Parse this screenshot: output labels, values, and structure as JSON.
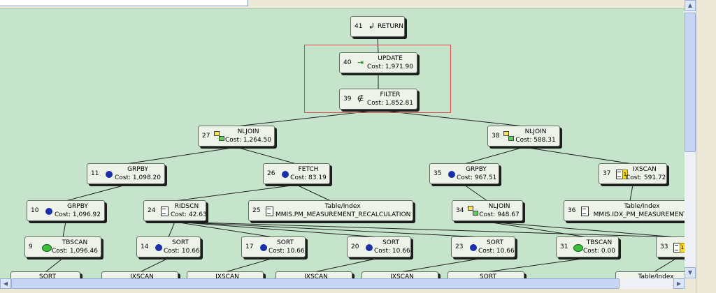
{
  "nodes": [
    {
      "key": "n41",
      "id": "41",
      "op": "RETURN",
      "cost": "",
      "icon": "return-icon"
    },
    {
      "key": "n40",
      "id": "40",
      "op": "UPDATE",
      "cost": "Cost: 1,971.90",
      "icon": "update-icon"
    },
    {
      "key": "n39",
      "id": "39",
      "op": "FILTER",
      "cost": "Cost: 1,852.81",
      "icon": "filter-icon"
    },
    {
      "key": "n27",
      "id": "27",
      "op": "NLJOIN",
      "cost": "Cost: 1,264.50",
      "icon": "nljoin-icon"
    },
    {
      "key": "n38",
      "id": "38",
      "op": "NLJOIN",
      "cost": "Cost: 588.31",
      "icon": "nljoin-icon"
    },
    {
      "key": "n11",
      "id": "11",
      "op": "GRPBY",
      "cost": "Cost: 1,098.20",
      "icon": "grpby-icon"
    },
    {
      "key": "n26",
      "id": "26",
      "op": "FETCH",
      "cost": "Cost: 83.19",
      "icon": "fetch-icon"
    },
    {
      "key": "n35",
      "id": "35",
      "op": "GRPBY",
      "cost": "Cost: 967.51",
      "icon": "grpby-icon"
    },
    {
      "key": "n37",
      "id": "37",
      "op": "IXSCAN",
      "cost": "Cost: 591.72",
      "icon": "ixscan-icon"
    },
    {
      "key": "n10",
      "id": "10",
      "op": "GRPBY",
      "cost": "Cost: 1,096.92",
      "icon": "grpby-icon"
    },
    {
      "key": "n24",
      "id": "24",
      "op": "RIDSCN",
      "cost": "Cost: 42.63",
      "icon": "ridscn-icon"
    },
    {
      "key": "n25",
      "id": "25",
      "op": "Table/Index",
      "cost": "MMIS.PM_MEASUREMENT_RECALCULATION",
      "icon": "table-icon"
    },
    {
      "key": "n34",
      "id": "34",
      "op": "NLJOIN",
      "cost": "Cost: 948.67",
      "icon": "nljoin-icon"
    },
    {
      "key": "n36",
      "id": "36",
      "op": "Table/Index",
      "cost": "MMIS.IDX_PM_MEASUREMENT_",
      "icon": "table-icon"
    },
    {
      "key": "n9",
      "id": "9",
      "op": "TBSCAN",
      "cost": "Cost: 1,096.46",
      "icon": "tbscan-icon"
    },
    {
      "key": "n14",
      "id": "14",
      "op": "SORT",
      "cost": "Cost: 10.66",
      "icon": "sort-icon"
    },
    {
      "key": "n17",
      "id": "17",
      "op": "SORT",
      "cost": "Cost: 10.66",
      "icon": "sort-icon"
    },
    {
      "key": "n20",
      "id": "20",
      "op": "SORT",
      "cost": "Cost: 10.66",
      "icon": "sort-icon"
    },
    {
      "key": "n23",
      "id": "23",
      "op": "SORT",
      "cost": "Cost: 10.66",
      "icon": "sort-icon"
    },
    {
      "key": "n31",
      "id": "31",
      "op": "TBSCAN",
      "cost": "Cost: 0.00",
      "icon": "tbscan-icon"
    },
    {
      "key": "n33",
      "id": "33",
      "op": "",
      "cost": "",
      "icon": "table-icon"
    },
    {
      "key": "r1",
      "id": "",
      "op": "SORT",
      "cost": "",
      "icon": ""
    },
    {
      "key": "r2",
      "id": "",
      "op": "IXSCAN",
      "cost": "",
      "icon": ""
    },
    {
      "key": "r3",
      "id": "",
      "op": "IXSCAN",
      "cost": "",
      "icon": ""
    },
    {
      "key": "r4",
      "id": "",
      "op": "IXSCAN",
      "cost": "",
      "icon": ""
    },
    {
      "key": "r5",
      "id": "",
      "op": "IXSCAN",
      "cost": "",
      "icon": ""
    },
    {
      "key": "r6",
      "id": "",
      "op": "SORT",
      "cost": "",
      "icon": ""
    },
    {
      "key": "r7",
      "id": "",
      "op": "Table/Index",
      "cost": "",
      "icon": ""
    }
  ],
  "edges": [
    [
      "n41",
      "n40"
    ],
    [
      "n40",
      "n39"
    ],
    [
      "n39",
      "n27"
    ],
    [
      "n39",
      "n38"
    ],
    [
      "n27",
      "n11"
    ],
    [
      "n27",
      "n26"
    ],
    [
      "n38",
      "n35"
    ],
    [
      "n38",
      "n37"
    ],
    [
      "n11",
      "n10"
    ],
    [
      "n26",
      "n24"
    ],
    [
      "n26",
      "n25"
    ],
    [
      "n35",
      "n34"
    ],
    [
      "n37",
      "n36"
    ],
    [
      "n10",
      "n9"
    ],
    [
      "n24",
      "n14"
    ],
    [
      "n24",
      "n17"
    ],
    [
      "n24",
      "n20"
    ],
    [
      "n24",
      "n23"
    ],
    [
      "n24",
      "n33"
    ],
    [
      "n34",
      "n31"
    ],
    [
      "n34",
      "n33"
    ],
    [
      "n9",
      "r1"
    ],
    [
      "n14",
      "r2"
    ],
    [
      "n17",
      "r3"
    ],
    [
      "n20",
      "r4"
    ],
    [
      "n23",
      "r5"
    ],
    [
      "n31",
      "r6"
    ],
    [
      "n33",
      "r7"
    ]
  ]
}
